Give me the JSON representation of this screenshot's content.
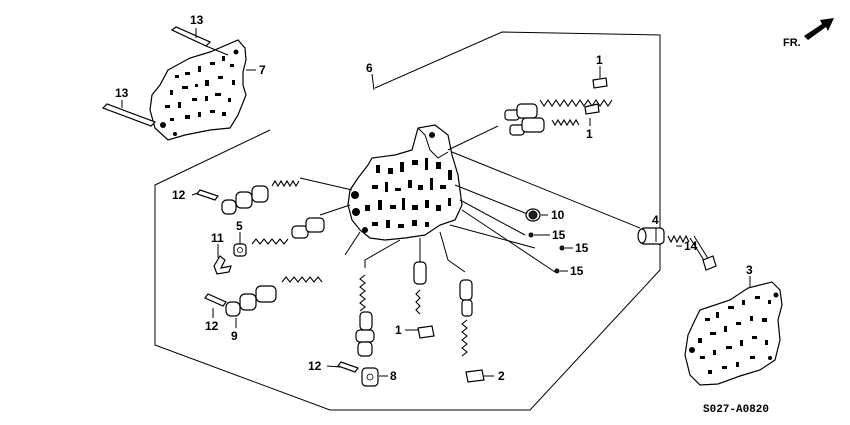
{
  "direction_marker": {
    "label": "FR.",
    "icon": "forward-arrow-icon"
  },
  "diagram_code": "S027-A0820",
  "callouts": {
    "c13a": "13",
    "c13b": "13",
    "c7": "7",
    "c6": "6",
    "c1a": "1",
    "c1b": "1",
    "c1c": "1",
    "c12a": "12",
    "c12b": "12",
    "c12c": "12",
    "c5": "5",
    "c11": "11",
    "c9": "9",
    "c8": "8",
    "c10": "10",
    "c15a": "15",
    "c15b": "15",
    "c15c": "15",
    "c4": "4",
    "c14": "14",
    "c3": "3",
    "c2": "2"
  }
}
